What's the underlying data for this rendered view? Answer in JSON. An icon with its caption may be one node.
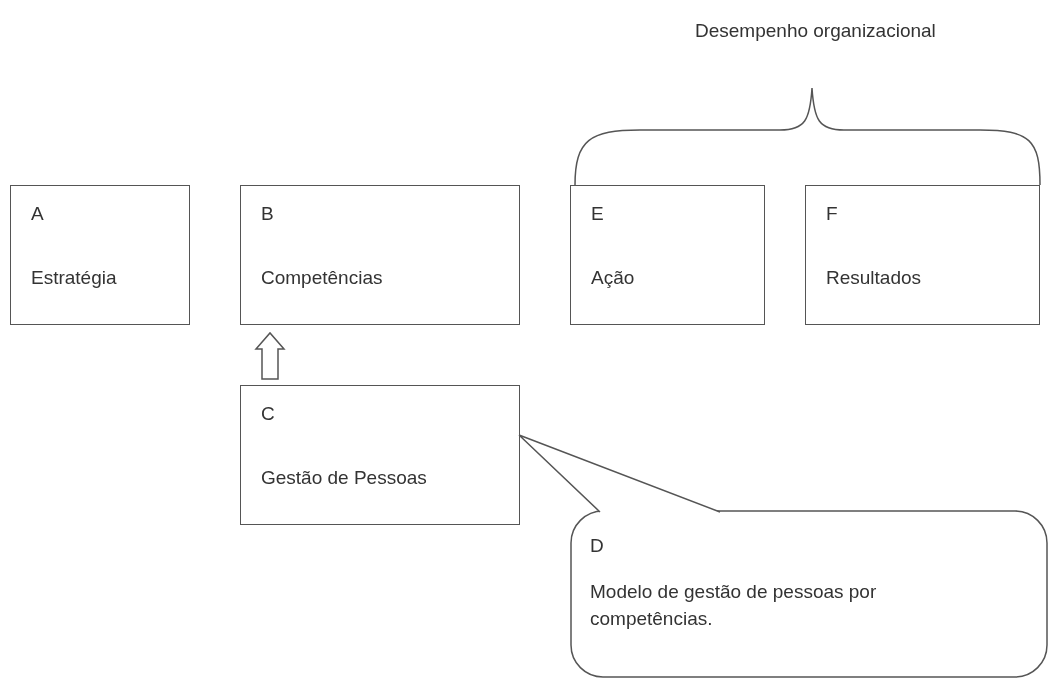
{
  "diagram": {
    "nodes": [
      {
        "text": [
          "A",
          "Estratégia"
        ]
      },
      {
        "text": [
          "B",
          "Competências"
        ]
      },
      {
        "text": [
          "E",
          "Ação"
        ]
      },
      {
        "text": [
          "F",
          "Resultados"
        ]
      },
      {
        "text": [
          "C",
          "Gestão de Pessoas"
        ]
      },
      {
        "text": [
          "D",
          "Modelo de gestão de pessoas por competências."
        ]
      }
    ],
    "edges": [
      {
        "from": 4,
        "to": 1,
        "arrow": "to"
      },
      {
        "from": 5,
        "to": 4,
        "arrow": "none"
      }
    ],
    "labels": [
      "Desempenho organizacional"
    ]
  }
}
